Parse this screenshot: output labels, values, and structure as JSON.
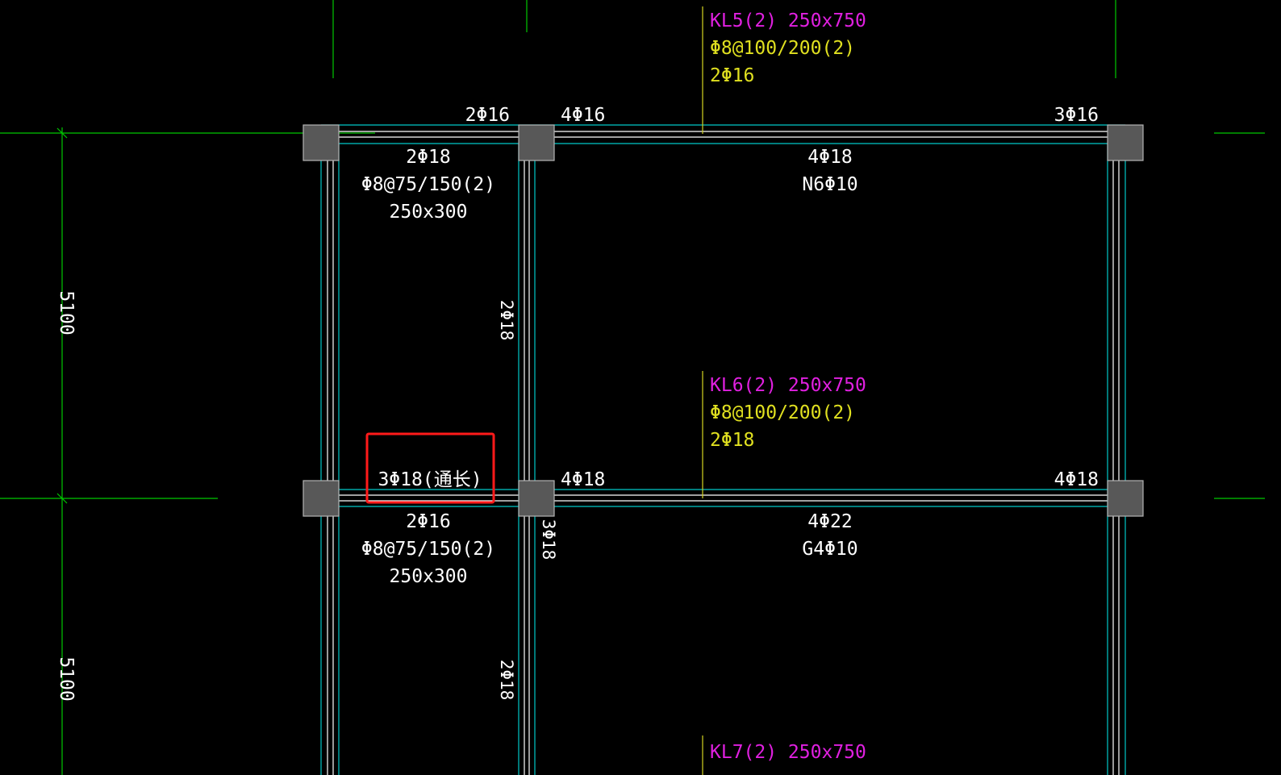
{
  "colors": {
    "background": "#000000",
    "axis": "#00c800",
    "beam_outline": "#00c8c8",
    "beam_core": "#ffffff",
    "column_fill": "#585858",
    "column_stroke": "#b4b4b4",
    "annotation_white": "#ffffff",
    "annotation_magenta": "#e020e0",
    "annotation_yellow": "#e0e020",
    "leader_yellow": "#d4d420",
    "highlight_red": "#ff1a1a"
  },
  "dimensions": {
    "upper": "5100",
    "lower": "5100"
  },
  "beams": {
    "kl5": {
      "name": "KL5(2) 250x750",
      "stirrup": "Φ8@100/200(2)",
      "top": "2Φ16"
    },
    "kl6": {
      "name": "KL6(2) 250x750",
      "stirrup": "Φ8@100/200(2)",
      "top": "2Φ18"
    },
    "kl7": {
      "name": "KL7(2) 250x750"
    }
  },
  "labels": {
    "top_support_left": "2Φ16",
    "top_support_mid": "4Φ16",
    "top_support_right": "3Φ16",
    "span1_upper_bottom": "2Φ18",
    "span1_upper_stirrup": "Φ8@75/150(2)",
    "span1_upper_size": "250x300",
    "span2_upper_bottom": "4Φ18",
    "span2_upper_waist": "N6Φ10",
    "vertical_upper": "2Φ18",
    "highlight_text": "3Φ18(通长)",
    "mid_support_mid": "4Φ18",
    "mid_support_right": "4Φ18",
    "span1_lower_bottom": "2Φ16",
    "span1_lower_stirrup": "Φ8@75/150(2)",
    "span1_lower_size": "250x300",
    "span2_lower_bottom": "4Φ22",
    "span2_lower_waist": "G4Φ10",
    "vertical_mid": "3Φ18",
    "vertical_lower": "2Φ18"
  }
}
